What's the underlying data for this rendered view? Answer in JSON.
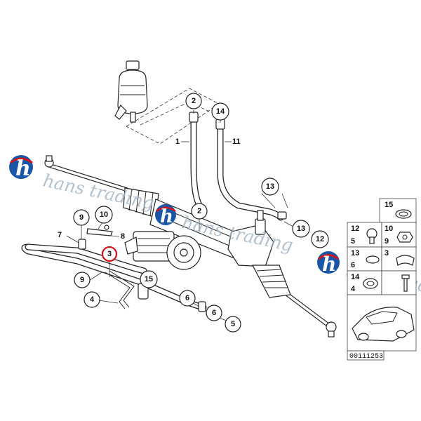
{
  "diagram": {
    "callouts": [
      {
        "id": "c-2-top",
        "label": "2",
        "highlight": false
      },
      {
        "id": "c-14",
        "label": "14",
        "highlight": false
      },
      {
        "id": "c-2-mid",
        "label": "2",
        "highlight": false
      },
      {
        "id": "c-13-top",
        "label": "13",
        "highlight": false
      },
      {
        "id": "c-13-low",
        "label": "13",
        "highlight": false
      },
      {
        "id": "c-12",
        "label": "12",
        "highlight": false
      },
      {
        "id": "c-9-top",
        "label": "9",
        "highlight": false
      },
      {
        "id": "c-10",
        "label": "10",
        "highlight": false
      },
      {
        "id": "c-3",
        "label": "3",
        "highlight": true
      },
      {
        "id": "c-9-low",
        "label": "9",
        "highlight": false
      },
      {
        "id": "c-4",
        "label": "4",
        "highlight": false
      },
      {
        "id": "c-15",
        "label": "15",
        "highlight": false
      },
      {
        "id": "c-6-a",
        "label": "6",
        "highlight": false
      },
      {
        "id": "c-6-b",
        "label": "6",
        "highlight": false
      },
      {
        "id": "c-5",
        "label": "5",
        "highlight": false
      }
    ],
    "plain_labels": [
      {
        "id": "l-1",
        "label": "1"
      },
      {
        "id": "l-11",
        "label": "11"
      },
      {
        "id": "l-7",
        "label": "7"
      },
      {
        "id": "l-8",
        "label": "8"
      }
    ],
    "legend": {
      "cells": [
        {
          "id": "lg-15",
          "label": "15"
        },
        {
          "id": "lg-12",
          "label": "12"
        },
        {
          "id": "lg-5",
          "label": "5"
        },
        {
          "id": "lg-10",
          "label": "10"
        },
        {
          "id": "lg-9",
          "label": "9"
        },
        {
          "id": "lg-13",
          "label": "13"
        },
        {
          "id": "lg-6",
          "label": "6"
        },
        {
          "id": "lg-3",
          "label": "3"
        },
        {
          "id": "lg-14",
          "label": "14"
        },
        {
          "id": "lg-4",
          "label": "4"
        }
      ],
      "reference_number": "00111253"
    },
    "watermark": {
      "text": "hans trading",
      "logo_letter": "h",
      "logo_color": "#1a56a8",
      "accent_color": "#d0151c"
    },
    "highlight_color": "#d0151c"
  }
}
